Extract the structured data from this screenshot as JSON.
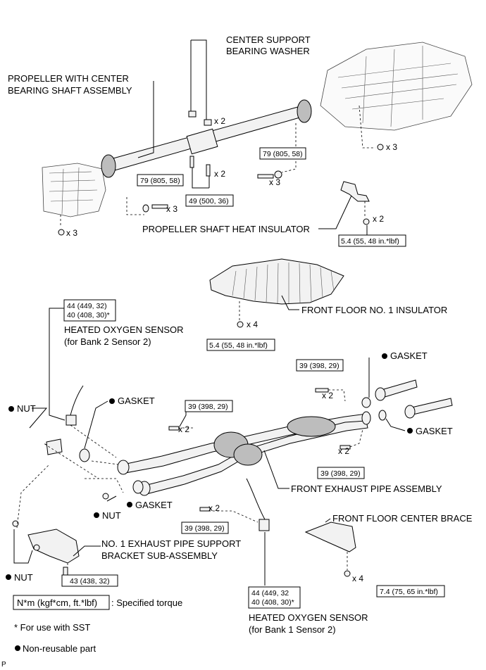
{
  "labels": {
    "center_support_washer_1": "CENTER SUPPORT",
    "center_support_washer_2": "BEARING WASHER",
    "propeller_assembly_1": "PROPELLER WITH CENTER",
    "propeller_assembly_2": "BEARING SHAFT ASSEMBLY",
    "prop_heat_insulator": "PROPELLER SHAFT HEAT INSULATOR",
    "front_floor_insulator": "FRONT FLOOR NO. 1 INSULATOR",
    "ho2_bank2_1": "HEATED OXYGEN SENSOR",
    "ho2_bank2_2": "(for Bank 2 Sensor 2)",
    "gasket_top_right": "GASKET",
    "gasket_right": "GASKET",
    "gasket_left": "GASKET",
    "gasket_center": "GASKET",
    "nut_left": "NUT",
    "nut_mid": "NUT",
    "nut_bottom": "NUT",
    "front_exhaust_pipe": "FRONT EXHAUST PIPE ASSEMBLY",
    "front_floor_brace": "FRONT FLOOR CENTER BRACE",
    "support_bracket_1": "NO. 1 EXHAUST PIPE SUPPORT",
    "support_bracket_2": "BRACKET SUB-ASSEMBLY",
    "ho2_bank1_1": "HEATED OXYGEN SENSOR",
    "ho2_bank1_2": "(for Bank 1 Sensor 2)"
  },
  "torques": {
    "t_prop_left": "79 (805, 58)",
    "t_prop_center": "49 (500, 36)",
    "t_prop_right": "79 (805, 58)",
    "t_heat_ins": "5.4 (55, 48 in.*lbf)",
    "t_floor_ins": "5.4 (55, 48 in.*lbf)",
    "t_ho2_b2_a": "44 (449, 32)",
    "t_ho2_b2_b": "40 (408, 30)*",
    "t_flange_tr": "39 (398, 29)",
    "t_flange_left": "39 (398, 29)",
    "t_flange_r2": "39 (398, 29)",
    "t_flange_lower": "39 (398, 29)",
    "t_bracket": "43 (438, 32)",
    "t_brace": "7.4 (75, 65 in.*lbf)",
    "t_ho2_b1_a": "44 (449, 32",
    "t_ho2_b1_b": "40 (408, 30)*"
  },
  "quantities": {
    "q_washer": "x 2",
    "q_bolt_center": "x 2",
    "q_nut_right": "x 3",
    "q_bolt_right": "x 3",
    "q_bolt_left": "x 3",
    "q_nut_left": "x 3",
    "q_heat_ins": "x 2",
    "q_floor_ins": "x 4",
    "q_flange_tr": "x 2",
    "q_flange_left": "x 2",
    "q_flange_r2": "x 2",
    "q_flange_lower": "x 2",
    "q_brace": "x 4"
  },
  "legend": {
    "torque_unit": "N*m (kgf*cm, ft.*lbf)",
    "torque_desc": ": Specified torque",
    "sst_note": "* For use with SST",
    "nonreusable": "Non-reusable part"
  },
  "figure_id": "P"
}
